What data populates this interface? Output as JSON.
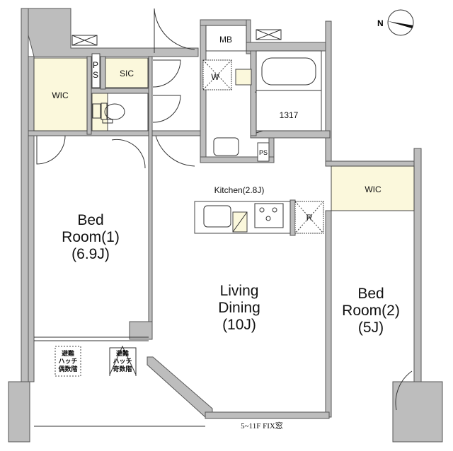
{
  "plan": {
    "rooms": {
      "wic_left": "WIC",
      "ps_left_1": "P",
      "ps_left_2": "S",
      "sic": "SIC",
      "mb": "MB",
      "washer": "W",
      "bath_size": "1317",
      "ps_right": "PS",
      "kitchen": "Kitchen(2.8J)",
      "fridge": "R",
      "wic_right": "WIC",
      "bedroom1": {
        "line1": "Bed",
        "line2": "Room(1)",
        "line3": "(6.9J)"
      },
      "living": {
        "line1": "Living",
        "line2": "Dining",
        "line3": "(10J)"
      },
      "bedroom2": {
        "line1": "Bed",
        "line2": "Room(2)",
        "line3": "(5J)"
      }
    },
    "hatch_even": {
      "line1": "避難",
      "line2": "ハッチ",
      "line3": "偶数階"
    },
    "hatch_odd": {
      "line1": "避難",
      "line2": "ハッチ",
      "line3": "奇数階"
    },
    "window_note": "5~11F FIX窓",
    "compass_label": "N"
  }
}
